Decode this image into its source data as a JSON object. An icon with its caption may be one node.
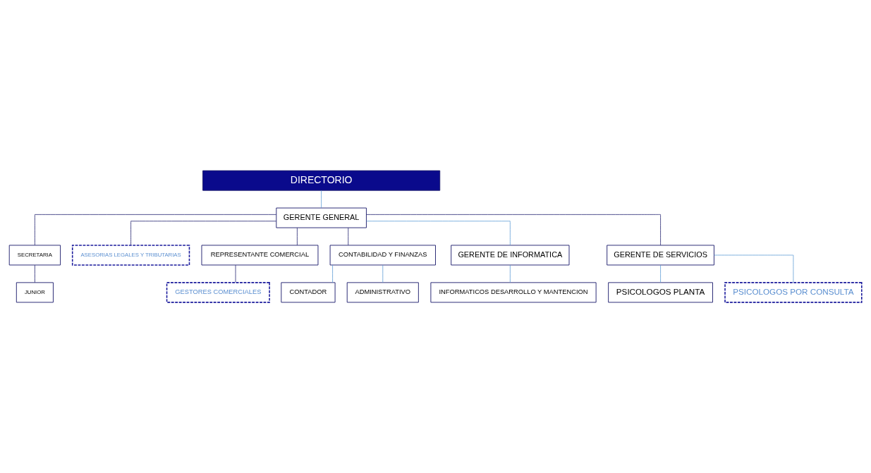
{
  "diagram": {
    "nodes": [
      {
        "text": [
          "DIRECTORIO"
        ]
      },
      {
        "text": [
          "GERENTE GENERAL"
        ]
      },
      {
        "text": [
          "SECRETARIA"
        ]
      },
      {
        "text": [
          "JUNIOR"
        ]
      },
      {
        "text": [
          "ASESORIAS LEGALES Y TRIBUTARIAS"
        ]
      },
      {
        "text": [
          "REPRESENTANTE COMERCIAL"
        ]
      },
      {
        "text": [
          "GESTORES COMERCIALES"
        ]
      },
      {
        "text": [
          "CONTABILIDAD Y FINANZAS"
        ]
      },
      {
        "text": [
          "CONTADOR"
        ]
      },
      {
        "text": [
          "ADMINISTRATIVO"
        ]
      },
      {
        "text": [
          "GERENTE DE INFORMATICA"
        ]
      },
      {
        "text": [
          "INFORMATICOS DESARROLLO Y MANTENCION"
        ]
      },
      {
        "text": [
          "GERENTE DE SERVICIOS"
        ]
      },
      {
        "text": [
          "PSICOLOGOS PLANTA"
        ]
      },
      {
        "text": [
          "PSICOLOGOS POR CONSULTA"
        ]
      }
    ],
    "edges": [
      {
        "from": 0,
        "to": 1,
        "arrow": "none",
        "color": "#5b9bd5"
      },
      {
        "from": 1,
        "to": 2,
        "arrow": "none",
        "color": "#1f1f6e"
      },
      {
        "from": 2,
        "to": 3,
        "arrow": "none",
        "color": "#1f1f6e"
      },
      {
        "from": 1,
        "to": 4,
        "arrow": "none",
        "color": "#1f1f6e"
      },
      {
        "from": 1,
        "to": 5,
        "arrow": "none",
        "color": "#1f1f6e"
      },
      {
        "from": 5,
        "to": 6,
        "arrow": "none",
        "color": "#1f1f6e"
      },
      {
        "from": 1,
        "to": 7,
        "arrow": "none",
        "color": "#1f1f6e"
      },
      {
        "from": 7,
        "to": 8,
        "arrow": "none",
        "color": "#5b9bd5"
      },
      {
        "from": 7,
        "to": 9,
        "arrow": "none",
        "color": "#5b9bd5"
      },
      {
        "from": 1,
        "to": 10,
        "arrow": "none",
        "color": "#5b9bd5"
      },
      {
        "from": 10,
        "to": 11,
        "arrow": "none",
        "color": "#5b9bd5"
      },
      {
        "from": 1,
        "to": 12,
        "arrow": "none",
        "color": "#1f1f6e"
      },
      {
        "from": 12,
        "to": 13,
        "arrow": "none",
        "color": "#5b9bd5"
      },
      {
        "from": 12,
        "to": 14,
        "arrow": "none",
        "color": "#5b9bd5"
      }
    ]
  }
}
